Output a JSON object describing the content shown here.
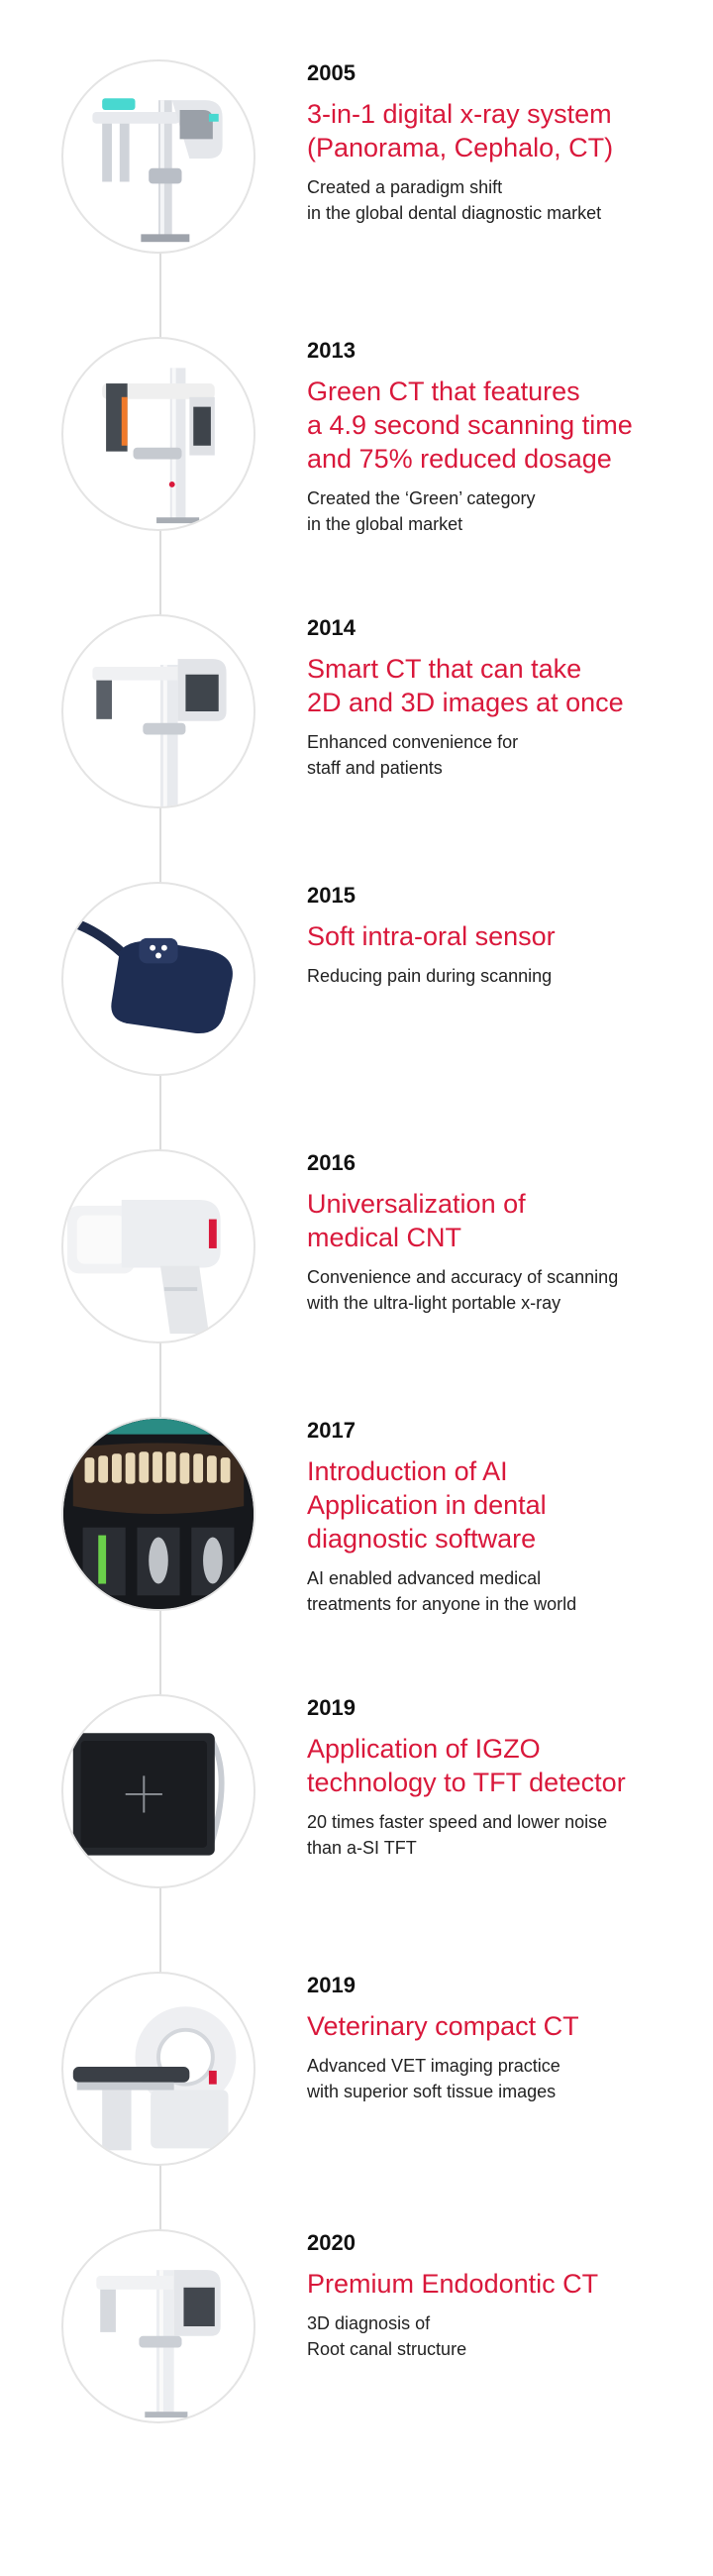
{
  "timeline": {
    "items": [
      {
        "year": "2005",
        "title": "3-in-1 digital x-ray system\n(Panorama, Cephalo, CT)",
        "description": "Created a paradigm shift\nin the global dental diagnostic market",
        "image_icon": "dental-xray-system-icon"
      },
      {
        "year": "2013",
        "title": "Green CT that features\na 4.9 second scanning time\nand 75% reduced dosage",
        "description": "Created the ‘Green’ category\nin the global market",
        "image_icon": "green-ct-icon"
      },
      {
        "year": "2014",
        "title": "Smart CT that can take\n2D and 3D images at once",
        "description": "Enhanced convenience for\nstaff and patients",
        "image_icon": "smart-ct-icon"
      },
      {
        "year": "2015",
        "title": "Soft intra-oral sensor",
        "description": "Reducing pain during scanning",
        "image_icon": "intraoral-sensor-icon"
      },
      {
        "year": "2016",
        "title": "Universalization of\nmedical CNT",
        "description": "Convenience and accuracy of scanning\nwith the ultra-light portable x-ray",
        "image_icon": "portable-xray-icon"
      },
      {
        "year": "2017",
        "title": "Introduction of AI\nApplication in dental\ndiagnostic software",
        "description": "AI enabled advanced medical\ntreatments for anyone in the world",
        "image_icon": "ai-software-icon"
      },
      {
        "year": "2019",
        "title": "Application of IGZO\ntechnology to TFT detector",
        "description": "20 times faster speed and lower noise\nthan a-SI TFT",
        "image_icon": "tft-detector-icon"
      },
      {
        "year": "2019",
        "title": "Veterinary compact CT",
        "description": "Advanced VET imaging practice\nwith superior soft tissue images",
        "image_icon": "veterinary-ct-icon"
      },
      {
        "year": "2020",
        "title": "Premium Endodontic CT",
        "description": "3D diagnosis of\nRoot canal structure",
        "image_icon": "endodontic-ct-icon"
      }
    ]
  }
}
